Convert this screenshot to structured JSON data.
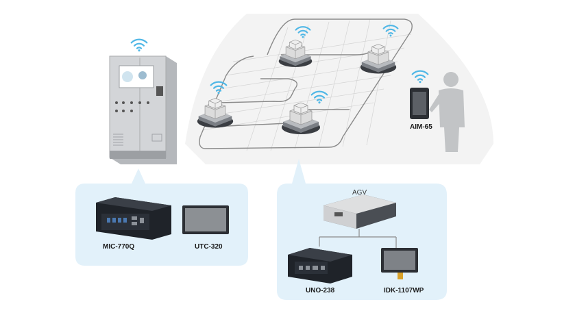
{
  "colors": {
    "wifi": "#4fb7e6",
    "callout_fill": "#e2f1fa",
    "floor_gray": "#f0f0f0",
    "cabinet_gray": "#c9cbce",
    "person_gray": "#c2c4c6",
    "device_dark": "#2a2f36",
    "screen_gray": "#8c9094"
  },
  "labels": {
    "mic": "MIC-770Q",
    "utc": "UTC-320",
    "aim": "AIM-65",
    "agv": "AGV",
    "uno": "UNO-238",
    "idk": "IDK-1107WP"
  },
  "icons": [
    "wifi-icon",
    "control-cabinet",
    "agv-robot",
    "tablet",
    "person",
    "industrial-pc",
    "touch-monitor",
    "agv-controller-box",
    "embedded-pc",
    "display-panel"
  ]
}
